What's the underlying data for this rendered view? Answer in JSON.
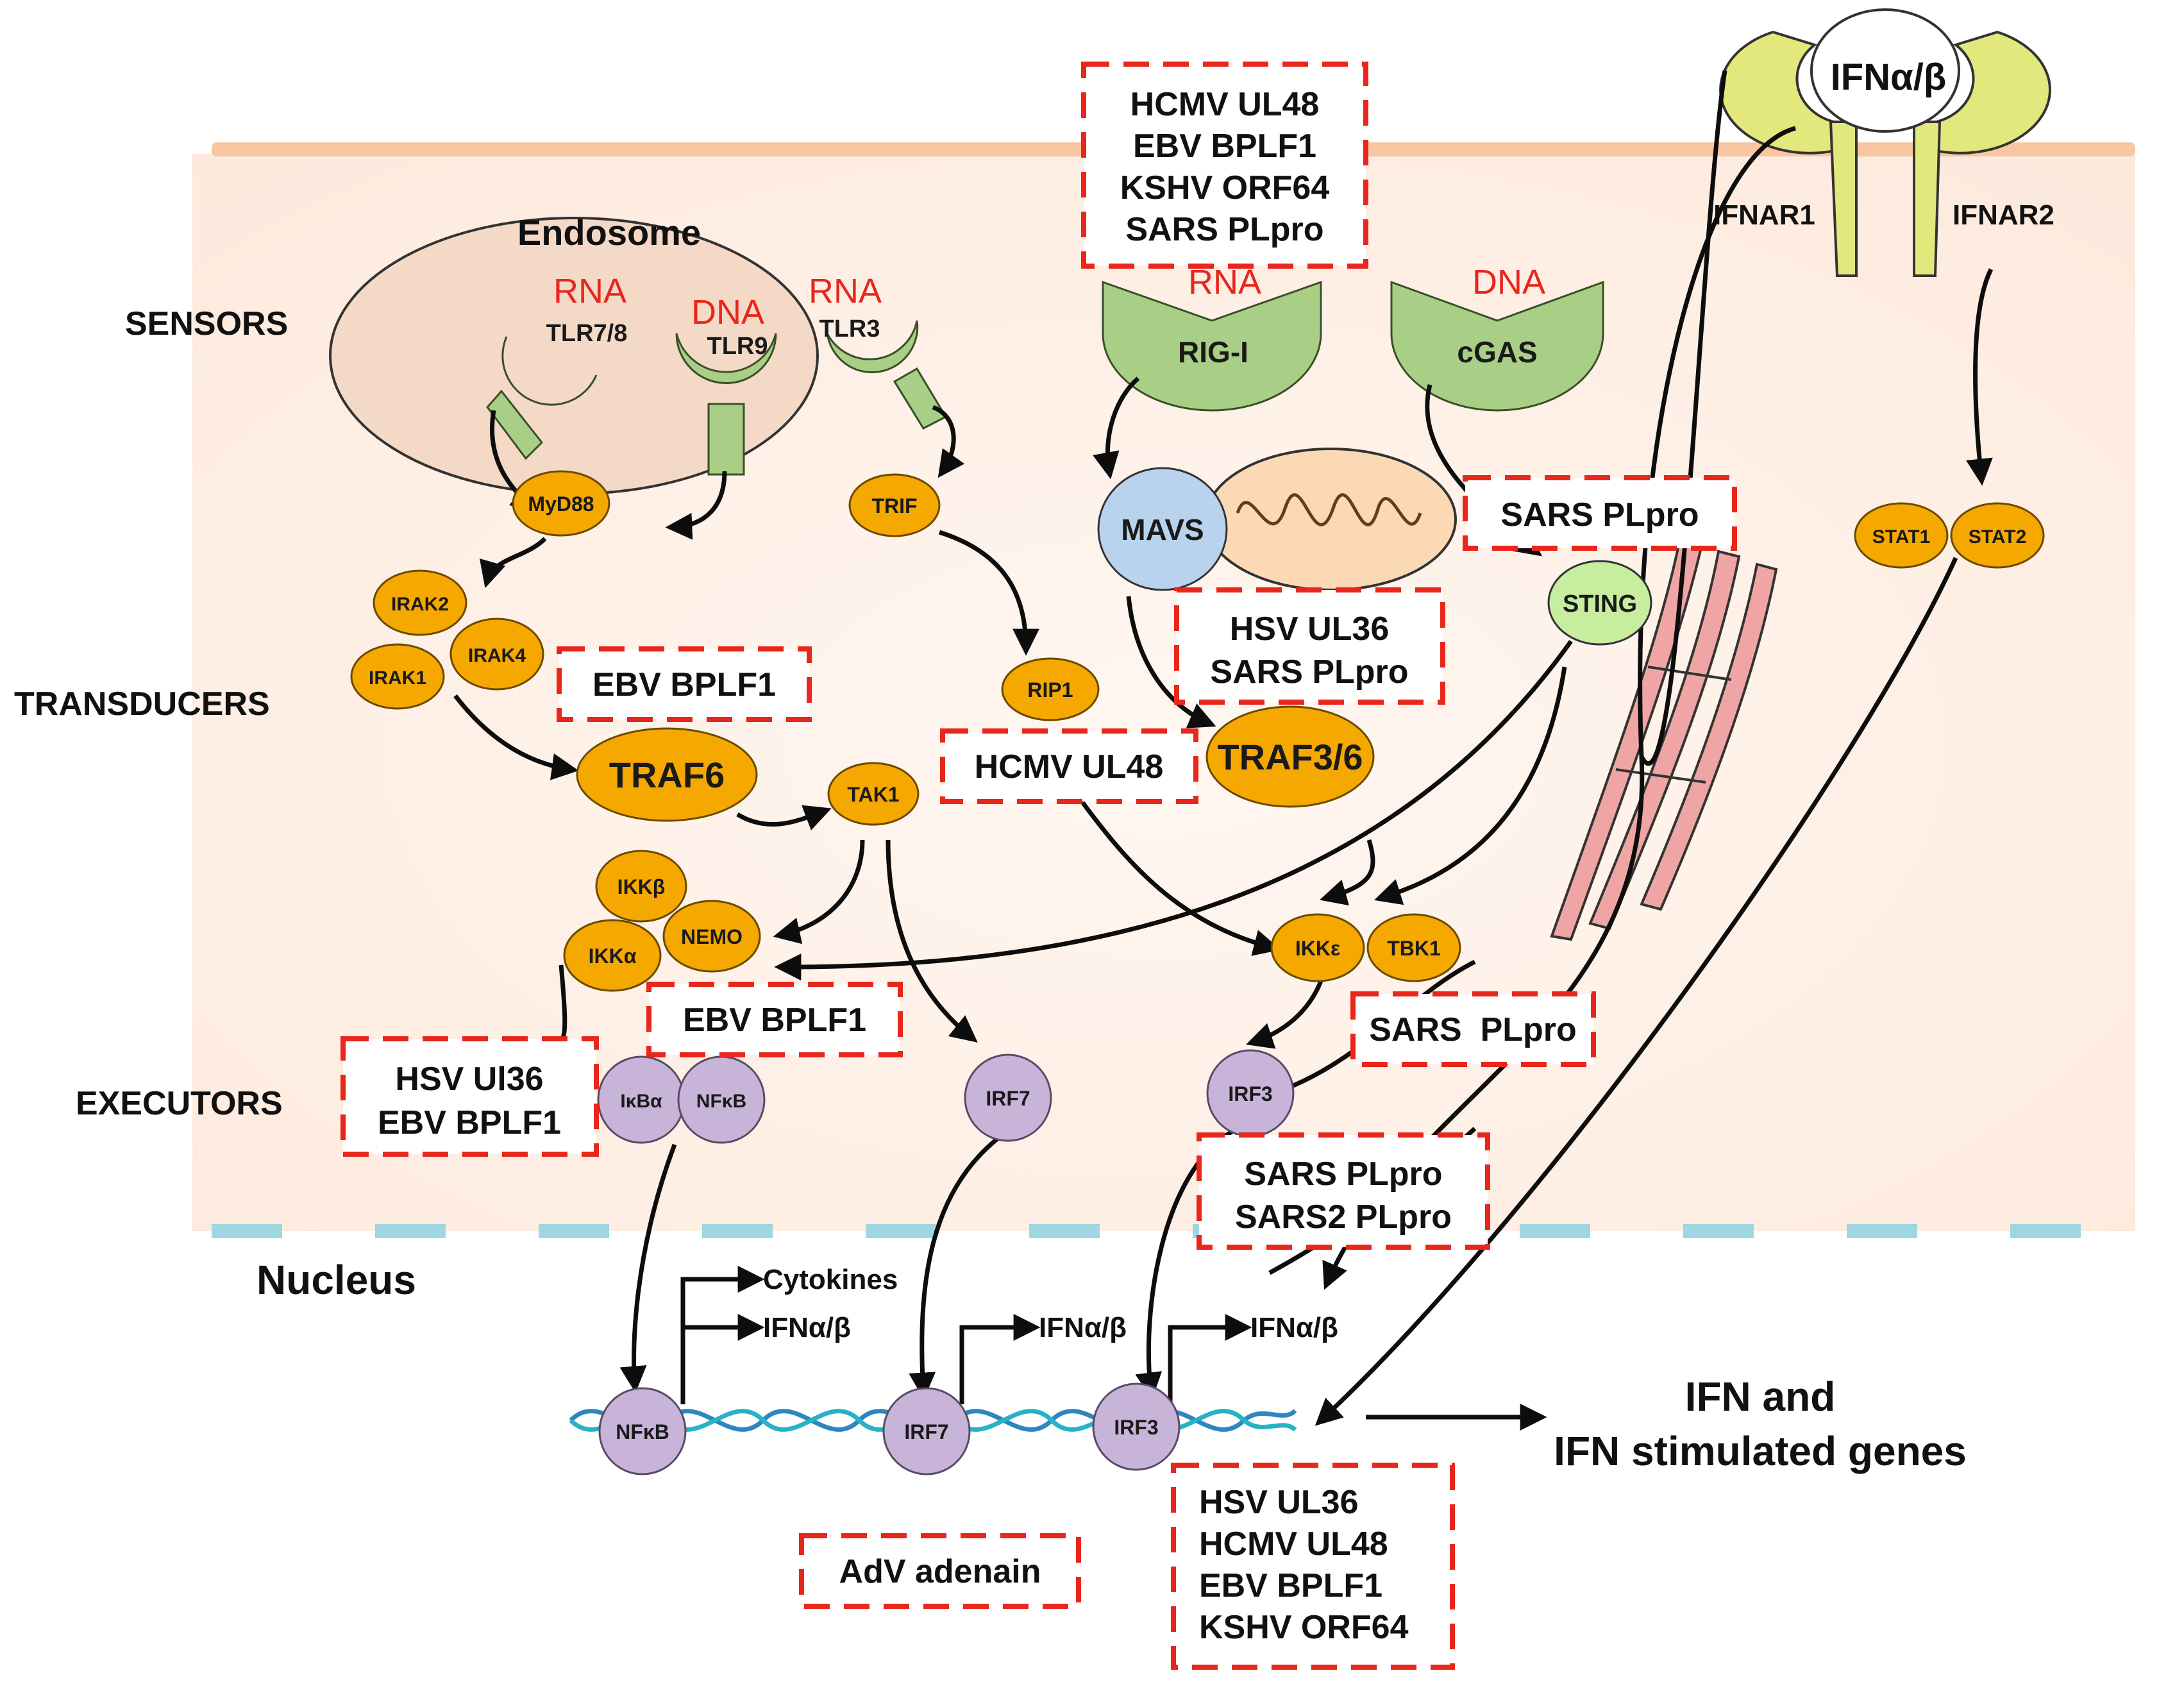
{
  "colors": {
    "orange_node": "#f5a800",
    "purple_node": "#c8b4d8",
    "green_receptor": "#a9cf86",
    "endosome": "#f4dac6",
    "mavs_blue": "#b9d3ef",
    "sting_green": "#c7ee9f",
    "inhibitor_border": "#e8261c",
    "membrane": "#f8c7a2",
    "nuclear_envelope": "#9fd6e2",
    "ifnar_yellow": "#e3e87c",
    "er_pink": "#f0a5a5"
  },
  "row_labels": {
    "sensors": "SENSORS",
    "transducers": "TRANSDUCERS",
    "executors": "EXECUTORS"
  },
  "nucleus_label": "Nucleus",
  "endosome": {
    "title": "Endosome",
    "receptors": [
      {
        "ligand": "RNA",
        "name": "TLR7/8"
      },
      {
        "ligand": "DNA",
        "name": "TLR9"
      },
      {
        "ligand": "RNA",
        "name": "TLR3"
      }
    ]
  },
  "cytosolic_sensors": [
    {
      "ligand": "RNA",
      "name": "RIG-I"
    },
    {
      "ligand": "DNA",
      "name": "cGAS"
    }
  ],
  "ifn_receptor": {
    "ligand": "IFNα/β",
    "chain1": "IFNAR1",
    "chain2": "IFNAR2"
  },
  "nodes": {
    "myd88": "MyD88",
    "trif": "TRIF",
    "irak2": "IRAK2",
    "irak1": "IRAK1",
    "irak4": "IRAK4",
    "traf6": "TRAF6",
    "rip1": "RIP1",
    "tak1": "TAK1",
    "mavs": "MAVS",
    "sting": "STING",
    "traf36": "TRAF3/6",
    "ikkb": "IKKβ",
    "ikka": "IKKα",
    "nemo": "NEMO",
    "ikke": "IKKε",
    "tbk1": "TBK1",
    "stat1": "STAT1",
    "stat2": "STAT2",
    "ikba": "IκBα",
    "nfkb": "NFκB",
    "irf7": "IRF7",
    "irf3": "IRF3",
    "nfkb_dna": "NFκB",
    "irf7_dna": "IRF7",
    "irf3_dna": "IRF3"
  },
  "transcription_outputs": {
    "cytokines": "Cytokines",
    "ifn_nfkb": "IFNα/β",
    "ifn_irf7": "IFNα/β",
    "ifn_irf3": "IFNα/β"
  },
  "result": {
    "line1": "IFN and",
    "line2": "IFN stimulated genes"
  },
  "inhibitor_boxes": {
    "membrane_top": [
      "HCMV UL48",
      "EBV BPLF1",
      "KSHV ORF64",
      "SARS PLpro"
    ],
    "sting_plpro": [
      "SARS PLpro"
    ],
    "mavs_traf": [
      "HSV UL36",
      "SARS PLpro"
    ],
    "traf6": [
      "EBV BPLF1"
    ],
    "tak1": [
      "HCMV UL48"
    ],
    "ikk": [
      "EBV BPLF1"
    ],
    "ikba": [
      "HSV Ul36",
      "EBV BPLF1"
    ],
    "tbk1": [
      "SARS  PLpro"
    ],
    "irf3": [
      "SARS PLpro",
      "SARS2 PLpro"
    ],
    "nucleus_dna": [
      "HSV UL36",
      "HCMV UL48",
      "EBV BPLF1",
      "KSHV ORF64"
    ],
    "adv": [
      "AdV adenain"
    ]
  }
}
